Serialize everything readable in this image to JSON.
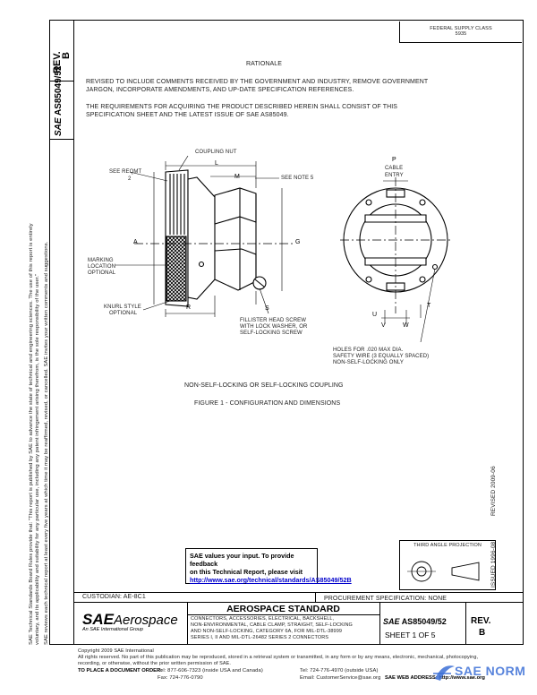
{
  "header": {
    "rev_label": "REV.",
    "rev_value": "B",
    "doc_number": "AS85049/52",
    "fed_line1": "FEDERAL SUPPLY CLASS",
    "fed_line2": "5935"
  },
  "rationale": {
    "title": "RATIONALE",
    "p1_l1": "REVISED TO INCLUDE COMMENTS RECEIVED BY THE GOVERNMENT AND INDUSTRY, REMOVE GOVERNMENT",
    "p1_l2": "JARGON, INCORPORATE AMENDMENTS, AND UP-DATE SPECIFICATION REFERENCES.",
    "p2_l1": "THE REQUIREMENTS FOR ACQUIRING THE PRODUCT DESCRIBED HEREIN SHALL CONSIST OF THIS",
    "p2_l2": "SPECIFICATION SHEET AND THE LATEST ISSUE OF SAE AS85049."
  },
  "figure": {
    "coupling_nut": "COUPLING NUT",
    "see_reqmt": "SEE REQMT",
    "see_reqmt_num": "2",
    "see_note": "SEE NOTE 5",
    "marking_l1": "MARKING",
    "marking_l2": "LOCATION",
    "marking_l3": "OPTIONAL",
    "knurl_l1": "KNURL STYLE",
    "knurl_l2": "OPTIONAL",
    "fillister_l1": "FILLISTER HEAD SCREW",
    "fillister_l2": "WITH LOCK WASHER, OR",
    "fillister_l3": "SELF-LOCKING SCREW",
    "cable_l1": "CABLE",
    "cable_l2": "ENTRY",
    "holes_l1": "HOLES FOR .020 MAX DIA.",
    "holes_l2": "SAFETY WIRE (3 EQUALLY SPACED)",
    "holes_l3": "NON-SELF-LOCKING ONLY",
    "dims": {
      "L": "L",
      "M": "M",
      "P": "P",
      "A": "A",
      "G": "G",
      "R": "R",
      "S": "S",
      "T": "T",
      "U": "U",
      "V": "V",
      "W": "W"
    },
    "caption1": "NON-SELF-LOCKING OR SELF-LOCKING COUPLING",
    "caption2": "FIGURE 1 - CONFIGURATION AND DIMENSIONS"
  },
  "feedback": {
    "line1": "SAE values your input. To provide feedback",
    "line2": "on this Technical Report, please visit",
    "link": "http://www.sae.org/technical/standards/AS85049/52B"
  },
  "projection": {
    "label": "THIRD ANGLE PROJECTION"
  },
  "side_right": {
    "revised": "REVISED 2009-06",
    "issued": "ISSUED 1996-08"
  },
  "side_left": {
    "l1": "SAE Technical Standards Board Rules provide that: \"This report is published by SAE to advance the state of technical and engineering sciences. The use of this report is entirely",
    "l2": "voluntary, and its applicability and suitability for any particular use, including any patent infringement arising therefrom, is the sole responsibility of the user.\"",
    "l3": "SAE reviews each technical report at least every five years at which time it may be reaffirmed, revised, or cancelled. SAE invites your written comments and suggestions."
  },
  "bottom": {
    "custodian": "CUSTODIAN: AE-8C1",
    "procurement": "PROCUREMENT SPECIFICATION: NONE",
    "logo_sae": "SAE",
    "logo_aero": "Aerospace",
    "logo_tagline": "An SAE International Group",
    "standard_title": "AEROSPACE STANDARD",
    "desc1": "CONNECTORS, ACCESSORIES, ELECTRICAL, BACKSHELL,",
    "desc2": "NON-ENVIRONMENTAL, CABLE CLAMP, STRAIGHT, SELF-LOCKING",
    "desc3": "AND NON-SELF-LOCKING, CATEGORY 6A, FOR MIL-DTL-38999",
    "desc4": "SERIES I, II AND MIL-DTL-26482 SERIES 2 CONNECTORS",
    "small_logo": "SAE",
    "doc_number": "AS85049/52",
    "sheet": "SHEET 1 OF 5",
    "rev_label": "REV.",
    "rev_value": "B"
  },
  "footer": {
    "copyright": "Copyright 2009 SAE International",
    "rights1": "All rights reserved. No part of this publication may be reproduced, stored in a retrieval system or transmitted, in any form or by any means, electronic, mechanical, photocopying,",
    "rights2": "recording, or otherwise, without the prior written permission of SAE.",
    "order_label": "TO PLACE A DOCUMENT ORDER:",
    "tel1": "Tel: 877-606-7323 (inside USA and Canada)",
    "tel2": "Tel: 724-776-4970 (outside USA)",
    "fax": "Fax: 724-776-0790",
    "email": "Email: CustomerService@sae.org",
    "web": "SAE WEB ADDRESS: http://www.sae.org",
    "watermark": "SAE NORM"
  }
}
